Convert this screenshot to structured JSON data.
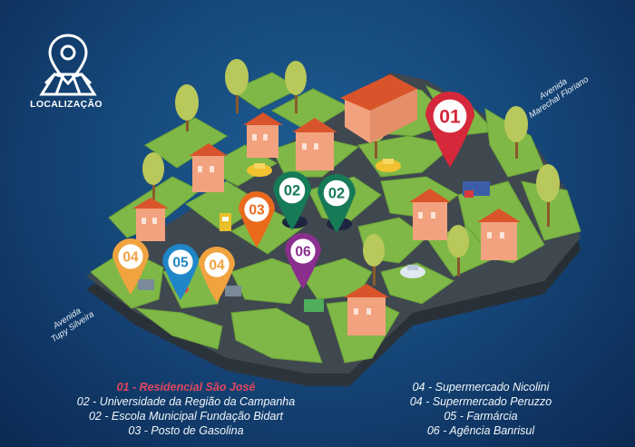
{
  "header": {
    "icon": "location-map-pin-icon",
    "title": "LOCALIZAÇÃO"
  },
  "streets": {
    "marechal_floriano": [
      "Avenida",
      "Marechal Floriano"
    ],
    "tupy_silveira": [
      "Avenida",
      "Tupy Silveira"
    ]
  },
  "pins": [
    {
      "label": "01",
      "color": "#d5283a"
    },
    {
      "label": "02",
      "color": "#157a55"
    },
    {
      "label": "02",
      "color": "#157a55"
    },
    {
      "label": "03",
      "color": "#ea6a1c"
    },
    {
      "label": "04",
      "color": "#f0a33f"
    },
    {
      "label": "04",
      "color": "#f0a33f"
    },
    {
      "label": "05",
      "color": "#1f86c7"
    },
    {
      "label": "06",
      "color": "#8a2f8e"
    }
  ],
  "legend": {
    "left": [
      {
        "text": "01 - Residencial São José",
        "highlight": true
      },
      {
        "text": "02 - Universidade da Região da Campanha",
        "highlight": false
      },
      {
        "text": "02 - Escola Municipal Fundação Bidart",
        "highlight": false
      },
      {
        "text": "03 - Posto de Gasolina",
        "highlight": false
      }
    ],
    "right": [
      {
        "text": "04 - Supermercado Nicolini",
        "highlight": false
      },
      {
        "text": "04 - Supermercado Peruzzo",
        "highlight": false
      },
      {
        "text": "05 - Farmárcia",
        "highlight": false
      },
      {
        "text": "06 - Agência Banrisul",
        "highlight": false
      }
    ]
  },
  "colors": {
    "background": "#16497c",
    "grass": "#7fb847",
    "road": "#3f474f",
    "building_wall": "#f2a27e",
    "building_roof": "#d9542a",
    "highlight_text": "#e0475e"
  }
}
